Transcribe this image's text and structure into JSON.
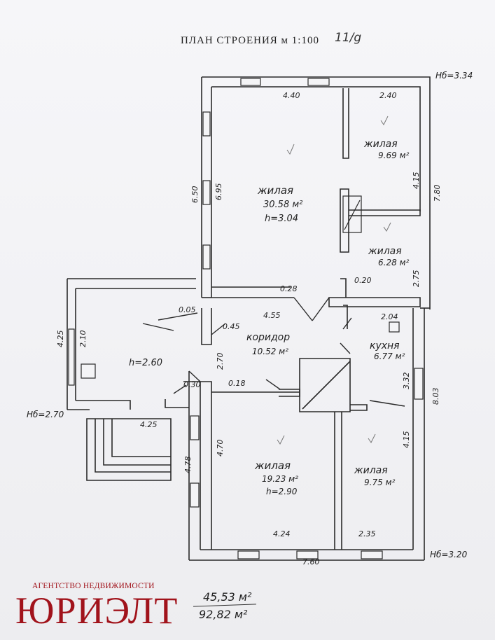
{
  "header": {
    "title": "ПЛАН СТРОЕНИЯ м 1:100",
    "note": "11/g"
  },
  "rooms": {
    "living_main": {
      "label": "жилая",
      "area": "30.58 м²",
      "height": "h=3.04"
    },
    "living_ne": {
      "label": "жилая",
      "area": "9.69 м²"
    },
    "living_mid": {
      "label": "жилая",
      "area": "6.28 м²"
    },
    "corridor": {
      "label": "коридор",
      "area": "10.52 м²"
    },
    "kitchen": {
      "label": "кухня",
      "area": "6.77 м²"
    },
    "living_sw": {
      "label": "жилая",
      "area": "19.23 м²",
      "height": "h=2.90"
    },
    "living_se": {
      "label": "жилая",
      "area": "9.75 м²"
    },
    "annex": {
      "height": "h=2.60"
    }
  },
  "dimensions": {
    "d440": "4.40",
    "d240": "2.40",
    "d650": "6.50",
    "d695": "6.95",
    "d415a": "4.15",
    "d780": "7.80",
    "d275": "2.75",
    "d028": "0.28",
    "d020": "0.20",
    "d455": "4.55",
    "d094": "2.04",
    "d332": "3.32",
    "d803": "8.03",
    "d005": "0.05",
    "d045": "0.45",
    "d425a": "4.25",
    "d210": "2.10",
    "d270": "2.70",
    "d018": "0.18",
    "d030": "0.30",
    "d425b": "4.25",
    "d470": "4.70",
    "d478": "4.78",
    "d415b": "4.15",
    "d424": "4.24",
    "d235": "2.35",
    "d760": "7.60"
  },
  "elevations": {
    "ne": "Нб=3.34",
    "w": "Нб=2.70",
    "se": "Нб=3.20"
  },
  "totals": {
    "living_area": "45,53 м²",
    "total_area": "92,82 м²"
  },
  "logo": {
    "subtitle": "АГЕНТСТВО НЕДВИЖИМОСТИ",
    "name": "ЮРИЭЛТ"
  },
  "colors": {
    "ink": "#2a2a2a",
    "brand": "#a1131b",
    "paper": "#f4f4f6"
  }
}
